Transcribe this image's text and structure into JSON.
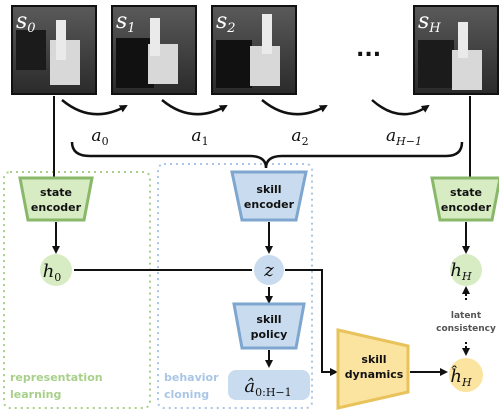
{
  "frames": [
    {
      "symbol": "s",
      "sub": "0"
    },
    {
      "symbol": "s",
      "sub": "1"
    },
    {
      "symbol": "s",
      "sub": "2"
    },
    {
      "symbol": "s",
      "sub": "H"
    }
  ],
  "ellipsis": "...",
  "actions": [
    {
      "symbol": "a",
      "sub": "0"
    },
    {
      "symbol": "a",
      "sub": "1"
    },
    {
      "symbol": "a",
      "sub": "2"
    },
    {
      "symbol": "a",
      "sub": "H−1"
    }
  ],
  "modules": {
    "state_encoder_left": {
      "line1": "state",
      "line2": "encoder"
    },
    "skill_encoder": {
      "line1": "skill",
      "line2": "encoder"
    },
    "state_encoder_right": {
      "line1": "state",
      "line2": "encoder"
    },
    "skill_policy": {
      "line1": "skill",
      "line2": "policy"
    },
    "skill_dynamics": {
      "line1": "skill",
      "line2": "dynamics"
    }
  },
  "nodes": {
    "h0": {
      "symbol": "h",
      "sub": "0"
    },
    "z": {
      "symbol": "z"
    },
    "hH": {
      "symbol": "h",
      "sub": "H"
    },
    "hH_hat": {
      "symbol": "ĥ",
      "sub": "H"
    },
    "a_hat": {
      "symbol": "â",
      "sub": "0:H−1"
    }
  },
  "regions": {
    "representation": {
      "line1": "representation",
      "line2": "learning"
    },
    "behavior": {
      "line1": "behavior",
      "line2": "cloning"
    }
  },
  "latent_consistency": {
    "line1": "latent",
    "line2": "consistency"
  },
  "colors": {
    "green_fill": "#d8ecc4",
    "green_stroke": "#8ab86a",
    "green_text": "#a8d08a",
    "blue_fill": "#c9dcef",
    "blue_stroke": "#7ea6cf",
    "blue_text": "#a9c6e6",
    "yellow_fill": "#fbe3a0",
    "yellow_stroke": "#e8c25a"
  }
}
